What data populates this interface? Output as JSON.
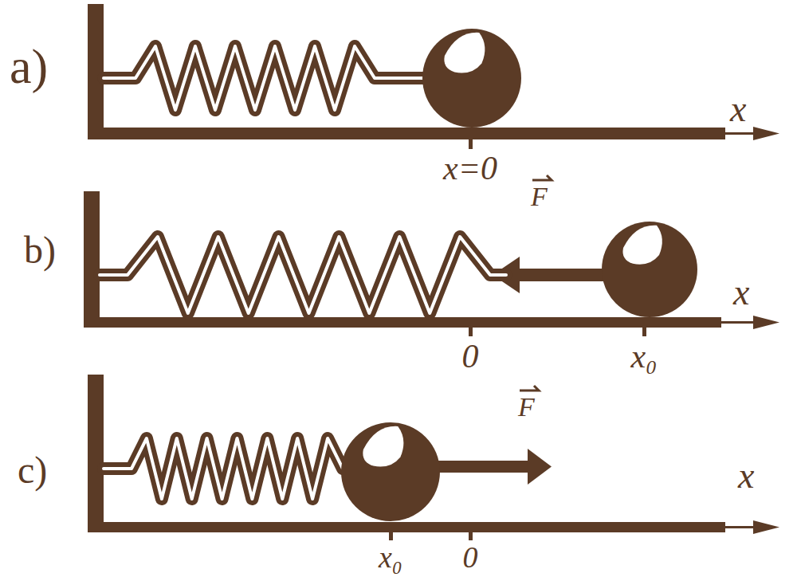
{
  "diagram": {
    "labels": [
      "a)",
      "x",
      "x=0",
      "b)",
      "F",
      "x",
      "0",
      "x₀",
      "c)",
      "F",
      "x",
      "x₀",
      "0"
    ]
  }
}
